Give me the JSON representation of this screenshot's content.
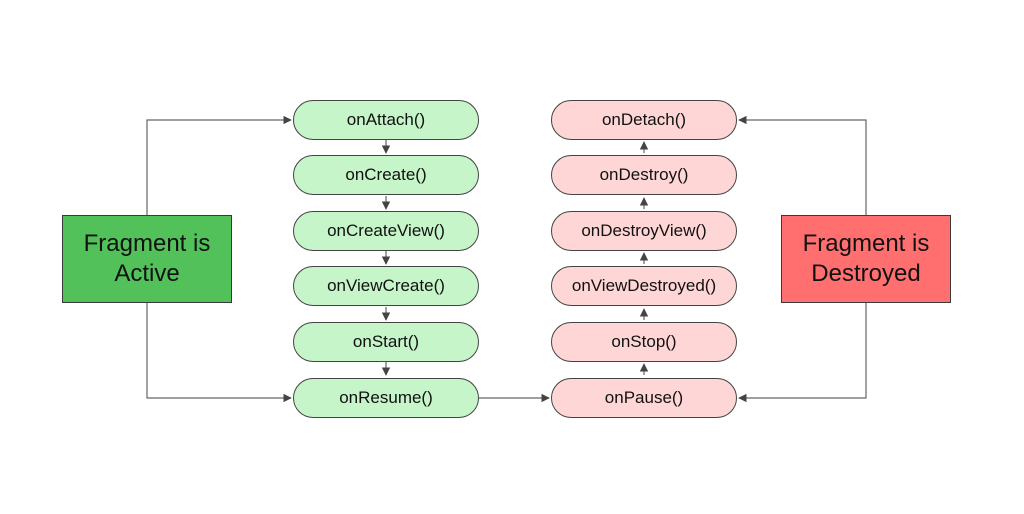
{
  "active": {
    "lines": [
      "Fragment is",
      "Active"
    ],
    "color": "#52c15a"
  },
  "destroyed": {
    "lines": [
      "Fragment is",
      "Destroyed"
    ],
    "color": "#ff6f6f"
  },
  "create_pill_color": "#c5f5c8",
  "destroy_pill_color": "#ffd6d6",
  "create_column": [
    "onAttach()",
    "onCreate()",
    "onCreateView()",
    "onViewCreate()",
    "onStart()",
    "onResume()"
  ],
  "destroy_column": [
    "onDetach()",
    "onDestroy()",
    "onDestroyView()",
    "onViewDestroyed()",
    "onStop()",
    "onPause()"
  ]
}
